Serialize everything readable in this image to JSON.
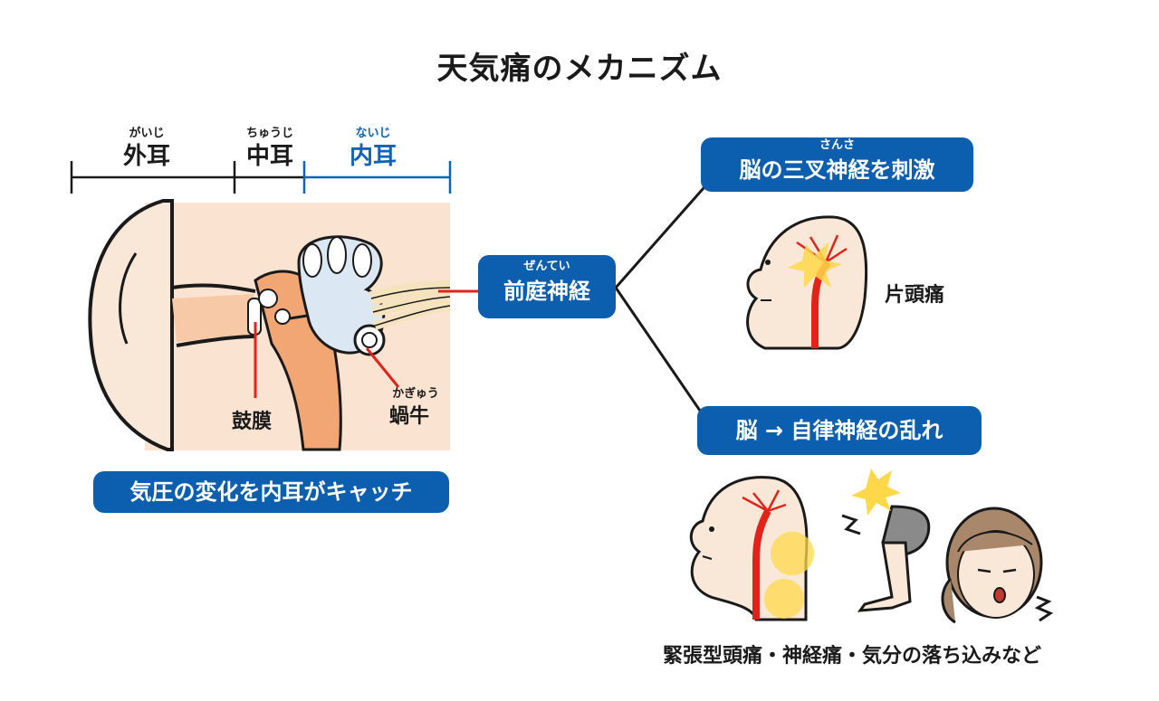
{
  "title": "天気痛のメカニズム",
  "ear_sections": {
    "outer": {
      "ruby": "がいじ",
      "label": "外耳"
    },
    "middle": {
      "ruby": "ちゅうじ",
      "label": "中耳"
    },
    "inner": {
      "ruby": "ないじ",
      "label": "内耳"
    }
  },
  "ear_labels": {
    "eardrum": "鼓膜",
    "cochlea_ruby": "かぎゅう",
    "cochlea": "蝸牛"
  },
  "bottom_caption": "気圧の変化を内耳がキャッチ",
  "vestibular": {
    "ruby": "ぜんてい",
    "label": "前庭神経"
  },
  "branch_top": {
    "ruby": "さんさ",
    "label": "脳の三叉神経を刺激",
    "result": "片頭痛"
  },
  "branch_bottom": {
    "label": "脳 → 自律神経の乱れ",
    "result": "緊張型頭痛・神経痛・気分の落ち込みなど"
  },
  "colors": {
    "accent_blue": "#0b5fae",
    "nerve_red": "#e2231a",
    "skin": "#f9e7d8",
    "flash_yellow": "#ffd84a"
  },
  "icons": [
    "ear-illustration",
    "headache-head-icon",
    "stiff-neck-head-icon",
    "aching-knee-icon",
    "sad-woman-icon"
  ]
}
